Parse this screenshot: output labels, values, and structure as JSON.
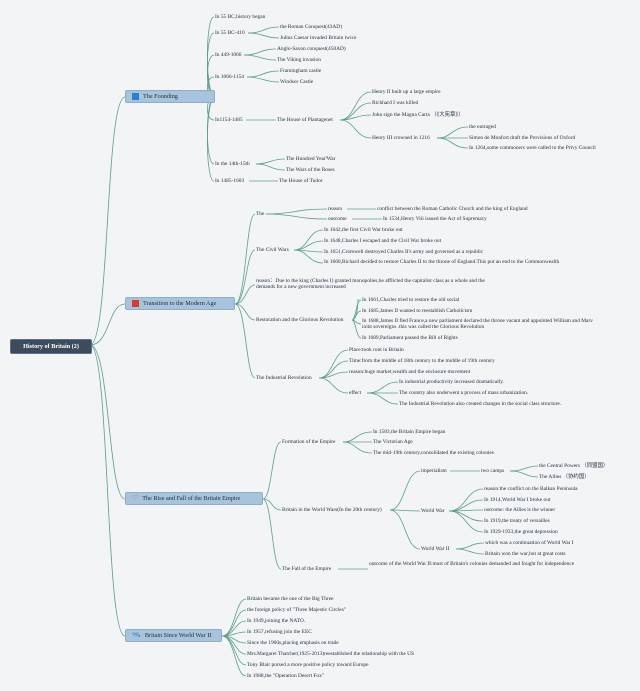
{
  "root": "History of Britain (2)",
  "colors": {
    "line": "#5a9e8d",
    "root_bg": "#3e4b5c",
    "main_bg": "#a8c4dd"
  },
  "branches": [
    {
      "title": "The Founding",
      "icon": "blue-square-icon",
      "children": [
        {
          "label": "In 55 BC,history began"
        },
        {
          "label": "In 55 BC-410",
          "children": [
            "the Roman Conquest(43AD)",
            "Julius Caesar invaded Britain twice"
          ]
        },
        {
          "label": "In 449-1066",
          "children": [
            "Anglo-Saxon conquest(450AD)",
            "The Viking invasion"
          ]
        },
        {
          "label": "In 1066-1154",
          "children": [
            "Framingham castle",
            "Windsor Castle"
          ]
        },
        {
          "label": "In1154-1485",
          "child": "The House of Plantagenet",
          "items": [
            "Henry II built up a large empire",
            "Richhard I was killed",
            "John sign the Magna Carta （《大宪章》）"
          ],
          "henry3": {
            "label": "Henry III crowned in 1216",
            "items": [
              "the outraged",
              "Simon de Monfort draft the Provisions of Oxford",
              "In 1264,some commoners were called to the Privy Council"
            ]
          }
        },
        {
          "label": "In the 14th-15th",
          "children": [
            "The Hundred Year'War",
            "The Wars of the Roses"
          ]
        },
        {
          "label": "In 1485-1603",
          "children": [
            "The House of Tudor"
          ]
        }
      ]
    },
    {
      "title": "Transition to the Modern Age",
      "icon": "red-square-icon",
      "the": {
        "label": "The",
        "reason_label": "reason",
        "reason": "conflict between the Roman Catholic Church and the king of England",
        "outcome_label": "outcome",
        "outcome": "In 1534,Henry Viii issued the Act of Supremacy"
      },
      "civil_wars": {
        "label": "The Civil Wars",
        "items": [
          "In 1642,the first Civil War broke out",
          "In 1648,Charles I escaped and the Civil War broke out",
          "In 1651,Cromwell destroyed Charles II's army and governed as a republic",
          "In 1660,Richard decided to restore Charles II to the throne of England.This put an end to the Commonwealth"
        ]
      },
      "reason_note": "reason：Due to the king (Charles I) granted monopolies,he afflicted the capitalist class as a whole and the demands for a new government increased",
      "restoration": {
        "label": "Restoration and the Glorious Revolution",
        "items": [
          "In 1661,Charles tried to restore the old social",
          "In 1685,James II wanted to reestablish Catholicism",
          "In 1688,James II fled France,a new parliament declared the throne vacant and appointed William and Marv ioint sovereigns .this was called the Glorious Revolution",
          "In 1689,Parliament passed the Bill of Rights"
        ]
      },
      "industrial": {
        "label": "The Industrial Revolution",
        "items": [
          "Place:took root in Britain",
          "Time:from the middle of 18th century to the middle of 19th century",
          "reason:huge market,wealth and the enclosure movement"
        ],
        "effect_label": "effect",
        "effects": [
          "In industrial productivity increased dramatically.",
          "The country also underwent a process of mass urbanization.",
          "The Industrial Revolution also created changes in the social class structure."
        ]
      }
    },
    {
      "title": "The Rise and Fall of the Britain Empire",
      "icon": "heart-icon",
      "formation": {
        "label": "Formation of the Empire",
        "items": [
          "In 1583,the Britain Empire began",
          "The Victorian Age",
          "The mid-19th century,consolidated the existing colonies"
        ]
      },
      "wars": {
        "label": "Britain in the World Wars(In the 20th century)",
        "imperialism": {
          "label": "imperialism",
          "two_camps": "two camps",
          "camps": [
            "the Central Powers （同盟国）",
            "The Allies （协约国）"
          ]
        },
        "ww1": {
          "label": "World War",
          "items": [
            "reason:the conflict on the Balkan Peninsula",
            "In 1914,World War I broke out",
            "outcome: the Allies is the winner",
            "In 1919,the treaty of versailles",
            "In 1929-1933,the great depression"
          ]
        },
        "ww2": {
          "label": "World War II",
          "items": [
            "which was a continuation of World War I",
            "Britain won the war,but at great costs"
          ]
        }
      },
      "fall": {
        "label": "The Fall of the Empire",
        "text": "outcome of the World War II:most of Britain's colonies demanded and fought for independence"
      }
    },
    {
      "title": "Britain Since World War II",
      "icon": "satellite-icon",
      "items": [
        "Britain became the one of the Big Three",
        "the foreign policy of \"Three Majestic Circles\"",
        "In 1949,joining the NATO.",
        "In 1957,refusing join the EEC",
        "Since the 1960s,placing emphasis on trade",
        "Mrs.Margaret Thatcher(1925-2013)reestablished the relationship with the US",
        "Tony Blair pursed a more positive policy toward Europe",
        "In 1988,the \"Operation Desert Fox\""
      ]
    }
  ]
}
